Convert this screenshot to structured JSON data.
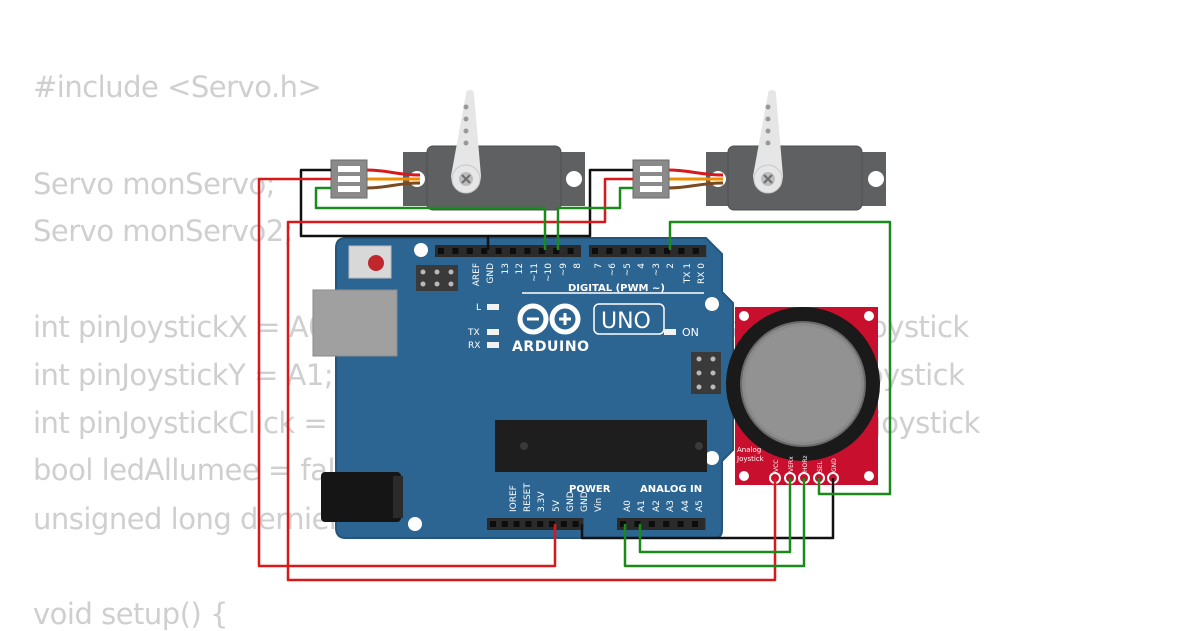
{
  "code": {
    "lines": [
      "#include <Servo.h>",
      "",
      "Servo monServo;",
      "Servo monServo2;",
      "",
      "int pinJoystickX = A0; // Broche analogique pour l'axe X du joystick",
      "int pinJoystickY = A1; // Broche analogique pour l'axe Y du joystick",
      "int pinJoystickClick = 2; // Broche numérique pour le clic du joystick",
      "bool ledAllumee = false;",
      "unsigned long dernierTemps = 0;",
      "",
      "void setup() {"
    ]
  },
  "board": {
    "logo": "ARDUINO",
    "model": "UNO",
    "on_label": "ON",
    "digital_label": "DIGITAL (PWM ~)",
    "power_label": "POWER",
    "analog_label": "ANALOG IN",
    "l_label": "L",
    "tx_label": "TX",
    "rx_label": "RX",
    "digital_pins": [
      "AREF",
      "GND",
      "13",
      "12",
      "~11",
      "~10",
      "~9",
      "8",
      "7",
      "~6",
      "~5",
      "4",
      "~3",
      "2",
      "TX 1",
      "RX 0"
    ],
    "power_pins": [
      "IOREF",
      "RESET",
      "3.3V",
      "5V",
      "GND",
      "GND",
      "Vin"
    ],
    "analog_pins": [
      "A0",
      "A1",
      "A2",
      "A3",
      "A4",
      "A5"
    ]
  },
  "joystick": {
    "label_line1": "Analog",
    "label_line2": "Joystick",
    "pins": [
      "VCC",
      "VERx",
      "HORz",
      "SEL",
      "GND"
    ]
  },
  "colors": {
    "board": "#2c6592",
    "wire_power": "#d7191c",
    "wire_ground": "#111111",
    "wire_signal": "#1a8a1a",
    "joystick_pcb": "#c8102e",
    "servo_body": "#5f6062"
  }
}
